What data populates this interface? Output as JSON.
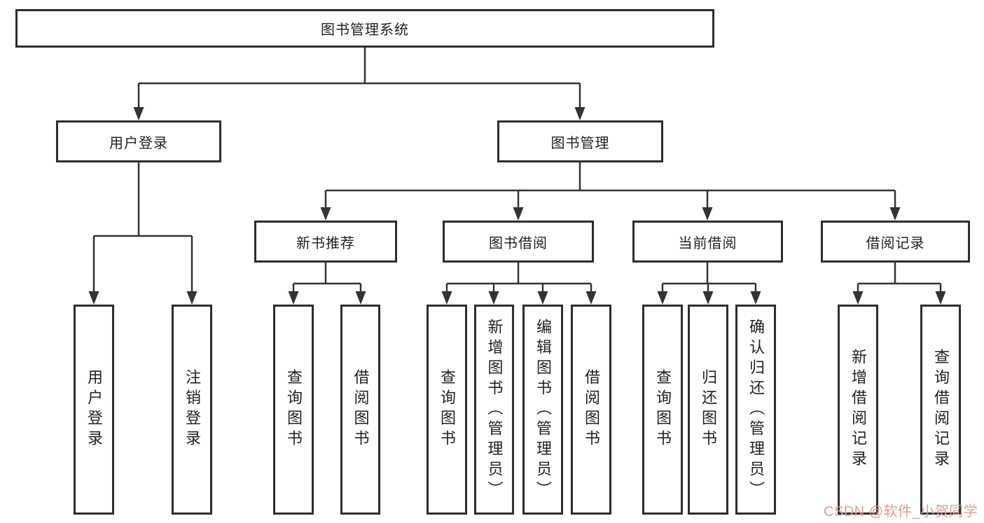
{
  "tree": {
    "label": "图书管理系统",
    "children": [
      {
        "label": "用户登录",
        "children": [
          {
            "label": "用户登录"
          },
          {
            "label": "注销登录"
          }
        ]
      },
      {
        "label": "图书管理",
        "children": [
          {
            "label": "新书推荐",
            "children": [
              {
                "label": "查询图书"
              },
              {
                "label": "借阅图书"
              }
            ]
          },
          {
            "label": "图书借阅",
            "children": [
              {
                "label": "查询图书"
              },
              {
                "label": "新增图书（管理员）"
              },
              {
                "label": "编辑图书（管理员）"
              },
              {
                "label": "借阅图书"
              }
            ]
          },
          {
            "label": "当前借阅",
            "children": [
              {
                "label": "查询图书"
              },
              {
                "label": "归还图书"
              },
              {
                "label": "确认归还（管理员）"
              }
            ]
          },
          {
            "label": "借阅记录",
            "children": [
              {
                "label": "新增借阅记录"
              },
              {
                "label": "查询借阅记录"
              }
            ]
          }
        ]
      }
    ]
  },
  "watermark": {
    "text": "CSDN @软件_小贺同学"
  },
  "colors": {
    "line": "#333333",
    "box_border": "#2d2d2d",
    "watermark": "#e09a9a",
    "background": "#ffffff"
  }
}
